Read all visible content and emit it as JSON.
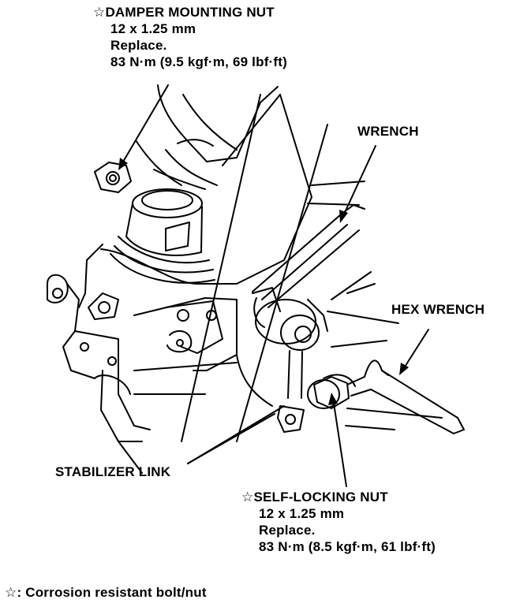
{
  "star_symbol": "☆",
  "callouts": {
    "damper_mounting_nut": {
      "title": "DAMPER MOUNTING NUT",
      "lines": [
        "12 x 1.25 mm",
        "Replace.",
        "83 N·m (9.5 kgf·m, 69 lbf·ft)"
      ]
    },
    "wrench": {
      "title": "WRENCH"
    },
    "hex_wrench": {
      "title": "HEX WRENCH"
    },
    "stabilizer_link": {
      "title": "STABILIZER LINK"
    },
    "self_locking_nut": {
      "title": "SELF-LOCKING NUT",
      "lines": [
        "12 x 1.25 mm",
        "Replace.",
        "83 N·m (8.5 kgf·m, 61 lbf·ft)"
      ]
    }
  },
  "legend": {
    "symbol": "☆:",
    "text": "Corrosion resistant bolt/nut"
  }
}
